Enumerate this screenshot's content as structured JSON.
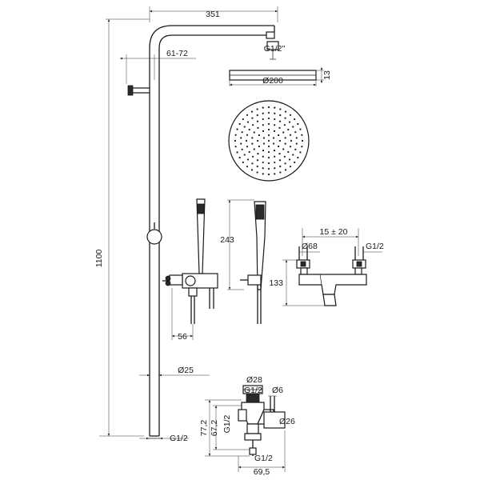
{
  "dimensions": {
    "top_width": "351",
    "top_connection": "G1/2\"",
    "wall_offset": "61-72",
    "head_diameter": "Ø200",
    "head_thickness": "13",
    "total_height": "1100",
    "handshower_length": "243",
    "mixer_centers": "15 ± 20",
    "mixer_inlet_diameter": "Ø68",
    "mixer_inlet_thread": "G1/2",
    "mixer_height": "133",
    "outlet_depth": "56",
    "pipe_diameter": "Ø25",
    "bottom_thread": "G1/2",
    "diverter_diameter": "Ø28",
    "diverter_thread_top": "G1/2",
    "diverter_pin": "Ø6",
    "diverter_knob": "Ø26",
    "diverter_height_outer": "77,2",
    "diverter_height_inner": "67,2",
    "diverter_thread_side": "G1/2",
    "diverter_thread_bottom": "G1/2",
    "diverter_width": "69,5"
  }
}
